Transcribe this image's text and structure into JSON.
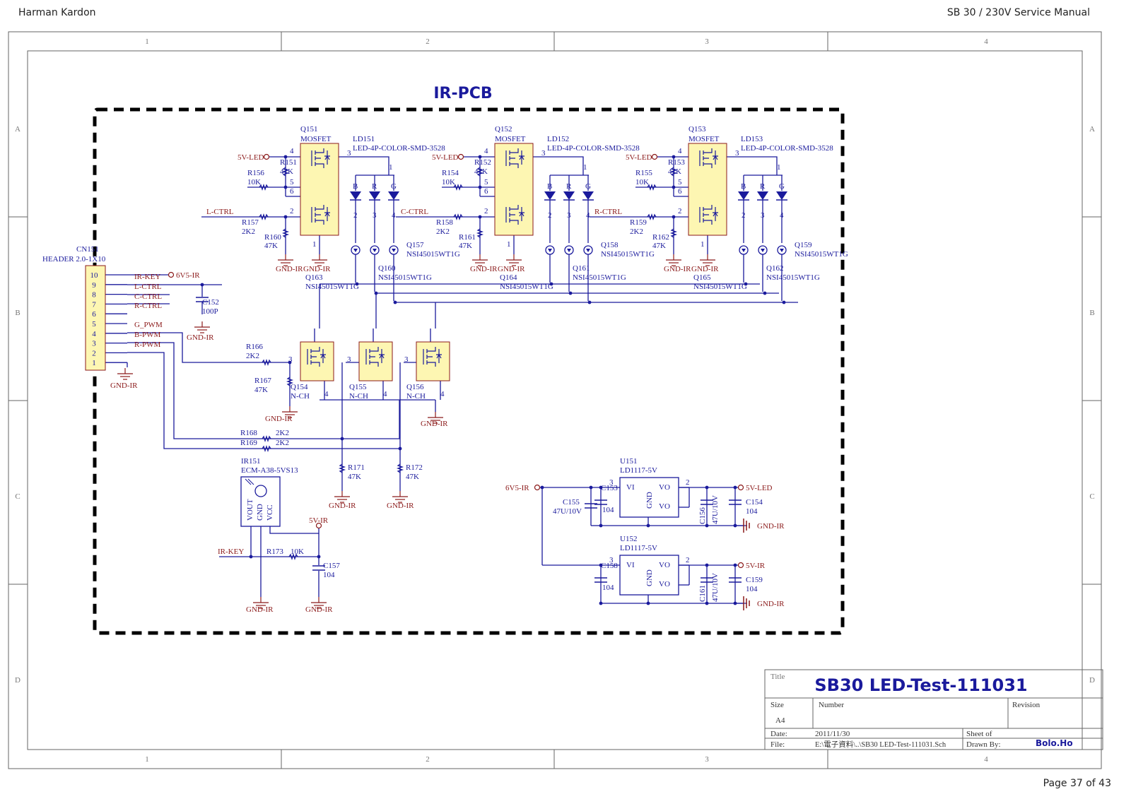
{
  "header": {
    "left": "Harman Kardon",
    "right": "SB 30 / 230V Service Manual"
  },
  "footer": {
    "page": "Page 37 of 43"
  },
  "frame": {
    "cols": [
      "1",
      "2",
      "3",
      "4"
    ],
    "rows": [
      "A",
      "B",
      "C",
      "D"
    ]
  },
  "board_title": "IR-PCB",
  "mosfets": [
    {
      "ref": "Q151",
      "type": "MOSFET",
      "ld": "LD151",
      "ld_desc": "LED-4P-COLOR-SMD-3528",
      "rpull": "R151",
      "rpull_val": "47K",
      "rin": "R156",
      "rin_val": "10K",
      "rgate": "R157",
      "rgate_val": "2K2",
      "rgnd": "R160",
      "rgnd_val": "47K",
      "ctrl": "L-CTRL",
      "qa": "Q157",
      "qb": "Q163",
      "qc": "Q160"
    },
    {
      "ref": "Q152",
      "type": "MOSFET",
      "ld": "LD152",
      "ld_desc": "LED-4P-COLOR-SMD-3528",
      "rpull": "R152",
      "rpull_val": "47K",
      "rin": "R154",
      "rin_val": "10K",
      "rgate": "R158",
      "rgate_val": "2K2",
      "rgnd": "R161",
      "rgnd_val": "47K",
      "ctrl": "C-CTRL",
      "qa": "Q158",
      "qb": "Q164",
      "qc": "Q161"
    },
    {
      "ref": "Q153",
      "type": "MOSFET",
      "ld": "LD153",
      "ld_desc": "LED-4P-COLOR-SMD-3528",
      "rpull": "R153",
      "rpull_val": "47K",
      "rin": "R155",
      "rin_val": "10K",
      "rgate": "R159",
      "rgate_val": "2K2",
      "rgnd": "R162",
      "rgnd_val": "47K",
      "ctrl": "R-CTRL",
      "qa": "Q159",
      "qb": "Q165",
      "qc": "Q162"
    }
  ],
  "led_part": "NSI45015WT1G",
  "led_colors": [
    "B",
    "R",
    "G"
  ],
  "net": {
    "v5led": "5V-LED",
    "gndir": "GND-IR",
    "v6v5": "6V5-IR",
    "v5ir": "5V-IR",
    "irkey": "IR-KEY"
  },
  "connector": {
    "ref": "CN151",
    "desc": "HEADER 2.0-1X10",
    "pins": [
      "10",
      "9",
      "8",
      "7",
      "6",
      "5",
      "4",
      "3",
      "2",
      "1"
    ],
    "signals": [
      "IR-KEY",
      "L-CTRL",
      "C-CTRL",
      "R-CTRL",
      "G_PWM",
      "B-PWM",
      "R-PWM"
    ],
    "cap": "C152",
    "cap_val": "100P"
  },
  "nch": [
    {
      "ref": "Q154",
      "type": "N-CH",
      "r1": "R166",
      "r1_val": "2K2",
      "r2": "R167",
      "r2_val": "47K"
    },
    {
      "ref": "Q155",
      "type": "N-CH"
    },
    {
      "ref": "Q156",
      "type": "N-CH"
    }
  ],
  "resistors": {
    "r168": "R168",
    "r169": "R169",
    "r2k2": "2K2",
    "r171": "R171",
    "r172": "R172",
    "r47k": "47K",
    "r173": "R173",
    "r10k": "10K"
  },
  "ir": {
    "ref": "IR151",
    "desc": "ECM-A38-5VS13",
    "pins": [
      "VOUT",
      "GND",
      "VCC"
    ],
    "cap": "C157",
    "cap_val": "104"
  },
  "regs": [
    {
      "ref": "U151",
      "part": "LD1117-5V",
      "out": "5V-LED",
      "cin": "C153",
      "cbulk": "C155",
      "cbulk_val": "47U/10V",
      "cout": "C154",
      "cel": "C156"
    },
    {
      "ref": "U152",
      "part": "LD1117-5V",
      "out": "5V-IR",
      "cin": "C158",
      "cout": "C159",
      "cel": "C161"
    }
  ],
  "reg_pins": {
    "vi": "VI",
    "vo": "VO",
    "gnd": "GND"
  },
  "cap104": "104",
  "cap47": "47U/10V",
  "titleblock": {
    "title_lbl": "Title",
    "title": "SB30  LED-Test-111031",
    "size_lbl": "Size",
    "size": "A4",
    "number_lbl": "Number",
    "revision_lbl": "Revision",
    "date_lbl": "Date:",
    "date": "2011/11/30",
    "sheet_lbl": "Sheet    of",
    "file_lbl": "File:",
    "file": "E:\\電子資料\\..\\SB30  LED-Test-111031.Sch",
    "drawn_lbl": "Drawn By:",
    "drawn": "Bolo.Ho"
  }
}
